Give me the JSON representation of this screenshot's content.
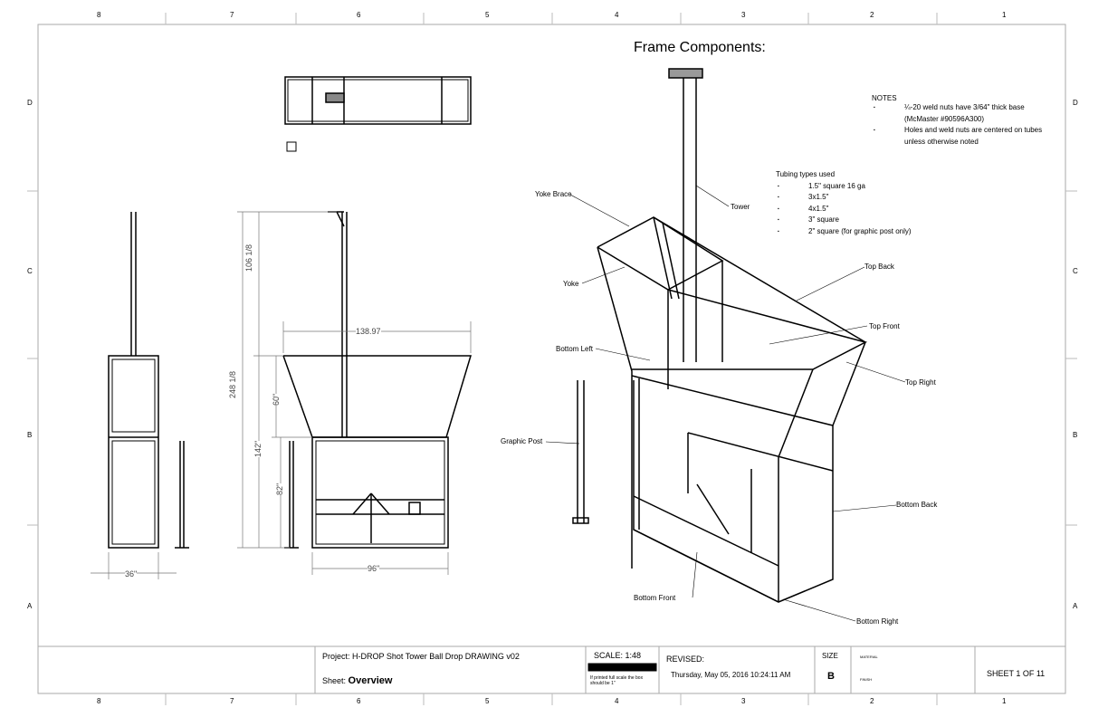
{
  "zones": {
    "columns": [
      "8",
      "7",
      "6",
      "5",
      "4",
      "3",
      "2",
      "1"
    ],
    "rows": [
      "D",
      "C",
      "B",
      "A"
    ]
  },
  "title": "Frame Components:",
  "notes": {
    "heading": "NOTES",
    "items": [
      "¼-20 weld nuts have 3/64\" thick base (McMaster #90596A300)",
      "Holes and weld nuts are centered on tubes unless otherwise noted"
    ]
  },
  "tubing": {
    "heading": "Tubing types used",
    "items": [
      "1.5\" square 16 ga",
      "3x1.5\"",
      "4x1.5\"",
      "3\" square",
      "2\" square (for graphic post only)"
    ]
  },
  "callouts": [
    "Yoke Brace",
    "Tower",
    "Yoke",
    "Top Back",
    "Top Front",
    "Bottom Left",
    "Top Right",
    "Graphic Post",
    "Bottom Back",
    "Bottom Front",
    "Bottom Right"
  ],
  "dimensions": {
    "width_top": "138.97",
    "upper_height": "106 1/8",
    "total_height": "248 1/8",
    "yoke_height": "60\"",
    "lower_height": "142\"",
    "frame_height": "82\"",
    "width_bottom": "96\"",
    "depth": "36\""
  },
  "title_block": {
    "project_label": "Project:",
    "project": "H-DROP Shot Tower Ball Drop DRAWING v02",
    "sheet_label": "Sheet:",
    "sheet": "Overview",
    "scale": "SCALE: 1:48",
    "scale_note": "If printed full scale the box should be 1\"",
    "revised_label": "REVISED:",
    "revised": "Thursday, May 05, 2016 10:24:11 AM",
    "size_label": "SIZE",
    "size": "B",
    "material": "MATERIAL",
    "finish": "FINISH",
    "sheet_number": "SHEET 1 OF 11"
  }
}
